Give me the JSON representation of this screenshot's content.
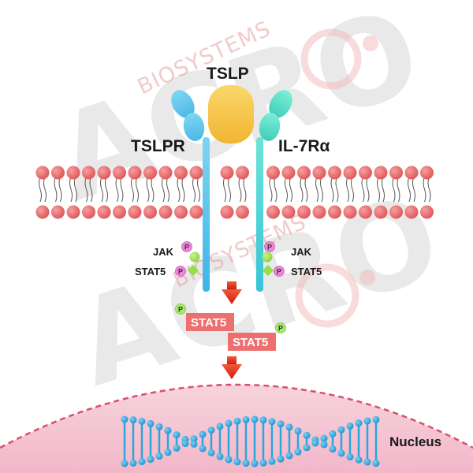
{
  "labels": {
    "ligand": "TSLP",
    "left_receptor": "TSLPR",
    "right_receptor": "IL-7Rα",
    "jak_left": "JAK",
    "jak_right": "JAK",
    "stat5_left": "STAT5",
    "stat5_right": "STAT5",
    "dimer_top": "STAT5",
    "dimer_bottom": "STAT5",
    "phospho": "P",
    "nucleus": "Nucleus"
  },
  "watermark": {
    "mark": "ACRO",
    "text": "BIOSYSTEMS"
  },
  "colors": {
    "ligand": "#f6c444",
    "receptor_left": "#5fc8ec",
    "receptor_right": "#4fdcc4",
    "membrane": "#e46466",
    "phospho": "#ec84d8",
    "jak": "#9be24c",
    "stat5_box": "#ee6f6f",
    "arrow": "#e02a1a",
    "nucleus": "#f4c6d4",
    "dna": "#2aa6dc"
  },
  "icons": {
    "phospho": "phospho-circle",
    "jak": "circle",
    "stat5": "diamond",
    "arrow": "down-arrow"
  }
}
